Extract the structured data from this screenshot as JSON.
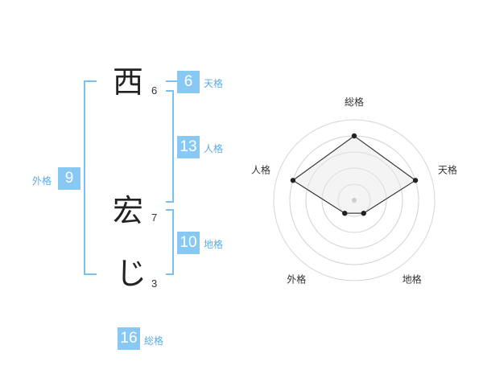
{
  "name": {
    "chars": [
      {
        "char": "西",
        "strokes": "6"
      },
      {
        "char": "宏",
        "strokes": "7"
      },
      {
        "char": "じ",
        "strokes": "3"
      }
    ]
  },
  "fortunes": {
    "tenkaku": {
      "value": "6",
      "label": "天格"
    },
    "jinkaku": {
      "value": "13",
      "label": "人格"
    },
    "chikaku": {
      "value": "10",
      "label": "地格"
    },
    "gaikaku": {
      "value": "9",
      "label": "外格"
    },
    "soukaku": {
      "value": "16",
      "label": "総格"
    }
  },
  "chart_data": {
    "type": "radar",
    "axes": [
      "総格",
      "天格",
      "地格",
      "外格",
      "人格"
    ],
    "values": [
      4,
      4,
      1,
      1,
      4
    ],
    "rmax": 5,
    "rings": 5
  },
  "colors": {
    "accent": "#87c9f3",
    "bracket": "#7cc1ee",
    "radar_fill": "#f2f2f2",
    "radar_line": "#333333"
  }
}
